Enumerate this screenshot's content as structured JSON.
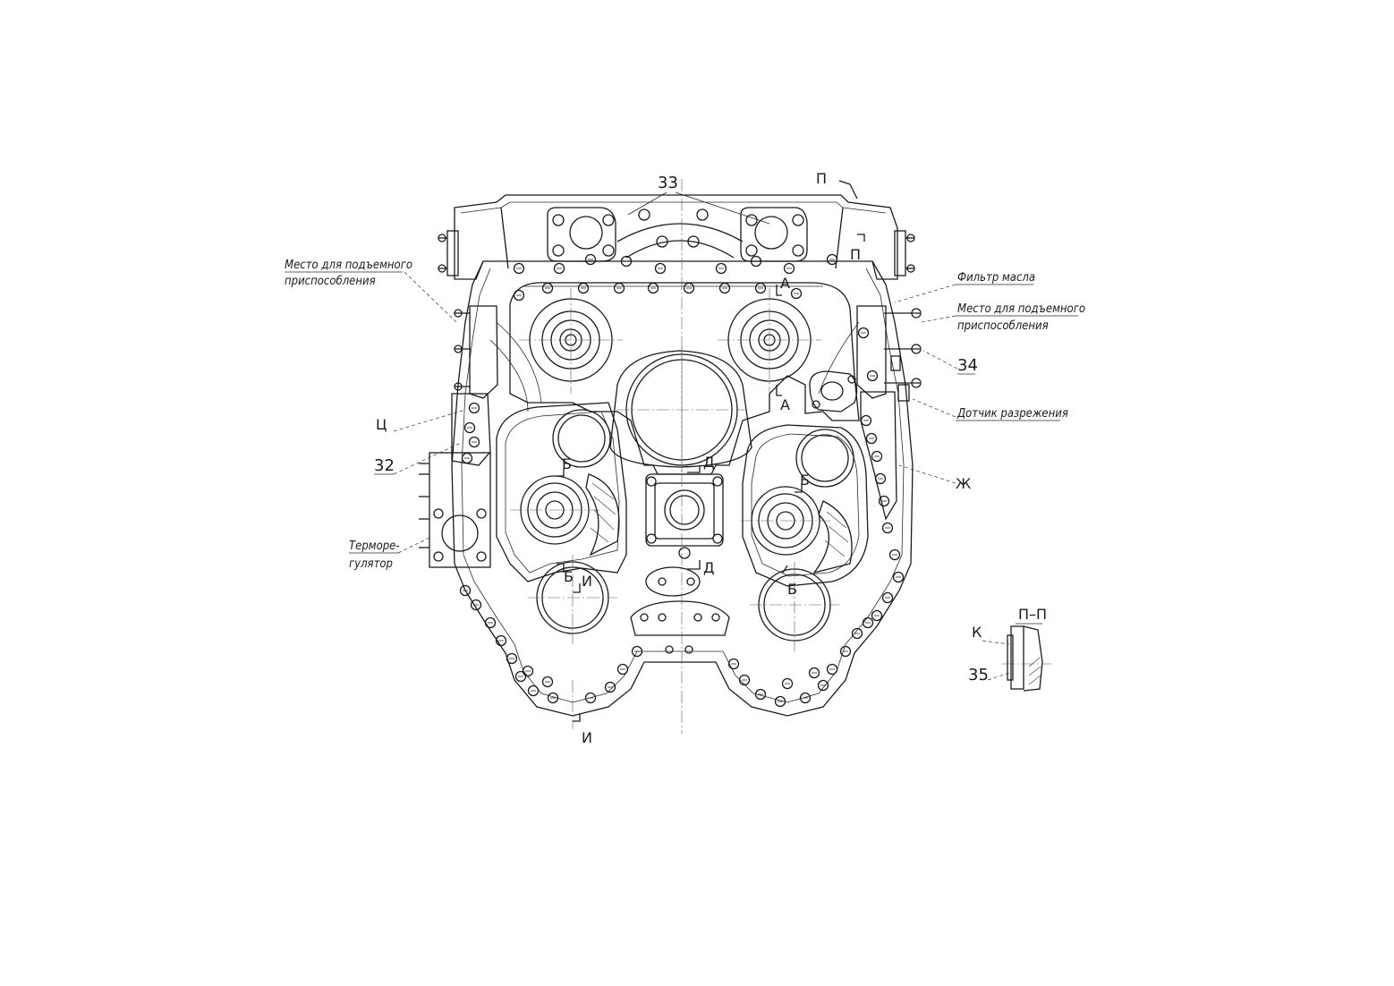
{
  "callouts": {
    "part_33": "33",
    "part_34": "34",
    "part_32": "32",
    "part_35": "35",
    "lift_point_left_line1": "Место для подъемного",
    "lift_point_left_line2": "приспособления",
    "lift_point_right_line1": "Место для подъемного",
    "lift_point_right_line2": "приспособления",
    "oil_filter": "Фильтр масла",
    "vacuum_sensor": "Дотчик разрежения",
    "thermostat_line1": "Терморе-",
    "thermostat_line2": "гулятор"
  },
  "section_marks": {
    "p_top": "П",
    "p_right": "П",
    "a_top": "А",
    "a_bottom": "А",
    "ts": "Ц",
    "zh": "Ж",
    "b_left_top": "Б",
    "b_left_bottom": "Б",
    "b_right_top": "Б",
    "b_right_bottom": "Б",
    "d_top": "Д",
    "d_bottom": "Д",
    "i_top": "И",
    "i_bottom": "И",
    "k": "К",
    "section_pp": "П–П"
  }
}
